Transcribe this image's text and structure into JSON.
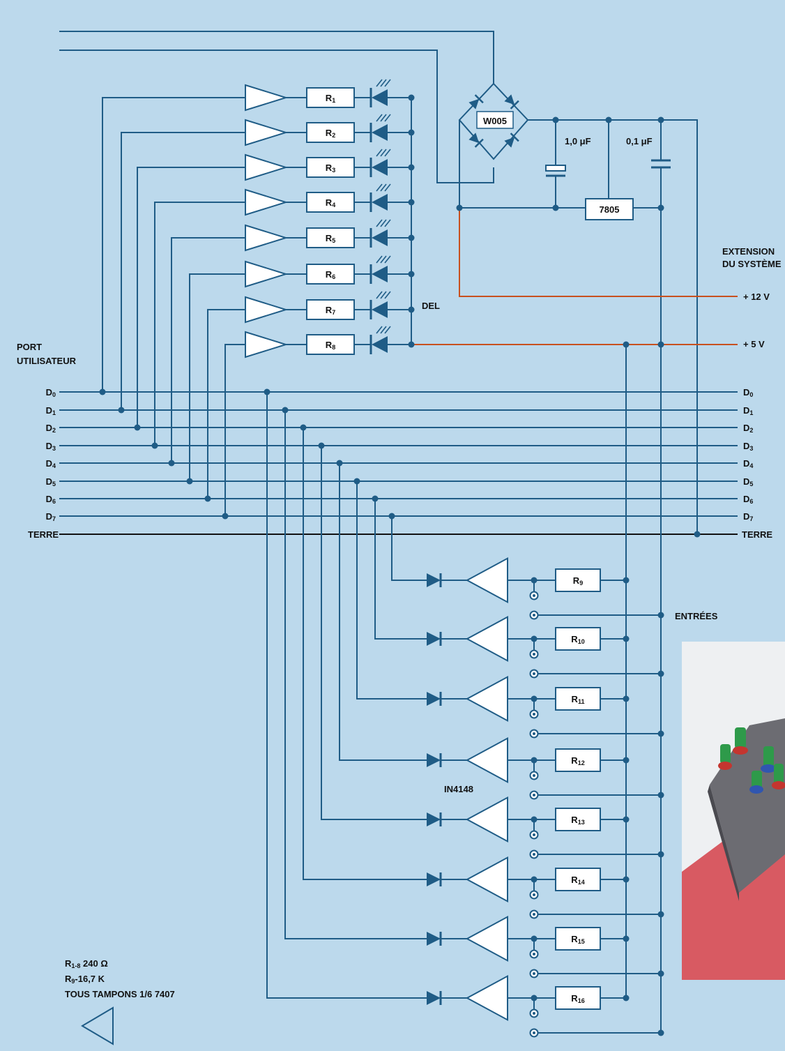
{
  "colors": {
    "background": "#bcd9ec",
    "wire": "#1f5c86",
    "power_wire": "#c8501e",
    "ground_wire": "#111111",
    "component_fill": "#ffffff",
    "photo_floor": "#d85a62",
    "photo_wall": "#eef0f2",
    "photo_box": "#6c6c72"
  },
  "power": {
    "bridge_label": "W005",
    "cap1_label": "1,0 μF",
    "cap2_label": "0,1 μF",
    "regulator_label": "7805"
  },
  "extension": {
    "title_line1": "EXTENSION",
    "title_line2": "DU SYSTÈME",
    "v12_label": "+ 12 V",
    "v5_label": "+ 5 V"
  },
  "user_port": {
    "title_line1": "PORT",
    "title_line2": "UTILISATEUR"
  },
  "ground_label": "TERRE",
  "led_label": "DEL",
  "inputs_label": "ENTRÉES",
  "diode_label": "IN4148",
  "data_lines": [
    {
      "main": "D",
      "sub": "0"
    },
    {
      "main": "D",
      "sub": "1"
    },
    {
      "main": "D",
      "sub": "2"
    },
    {
      "main": "D",
      "sub": "3"
    },
    {
      "main": "D",
      "sub": "4"
    },
    {
      "main": "D",
      "sub": "5"
    },
    {
      "main": "D",
      "sub": "6"
    },
    {
      "main": "D",
      "sub": "7"
    }
  ],
  "output_resistors": [
    {
      "main": "R",
      "sub": "1"
    },
    {
      "main": "R",
      "sub": "2"
    },
    {
      "main": "R",
      "sub": "3"
    },
    {
      "main": "R",
      "sub": "4"
    },
    {
      "main": "R",
      "sub": "5"
    },
    {
      "main": "R",
      "sub": "6"
    },
    {
      "main": "R",
      "sub": "7"
    },
    {
      "main": "R",
      "sub": "8"
    }
  ],
  "input_resistors": [
    {
      "main": "R",
      "sub": "9"
    },
    {
      "main": "R",
      "sub": "10"
    },
    {
      "main": "R",
      "sub": "11"
    },
    {
      "main": "R",
      "sub": "12"
    },
    {
      "main": "R",
      "sub": "13"
    },
    {
      "main": "R",
      "sub": "14"
    },
    {
      "main": "R",
      "sub": "15"
    },
    {
      "main": "R",
      "sub": "16"
    }
  ],
  "legend": {
    "line1_main": "R",
    "line1_sub": "1-8",
    "line1_rest": " 240 Ω",
    "line2_main": "R",
    "line2_sub": "9",
    "line2_rest": "-16,7 K",
    "line3": "TOUS TAMPONS 1/6 7407"
  }
}
